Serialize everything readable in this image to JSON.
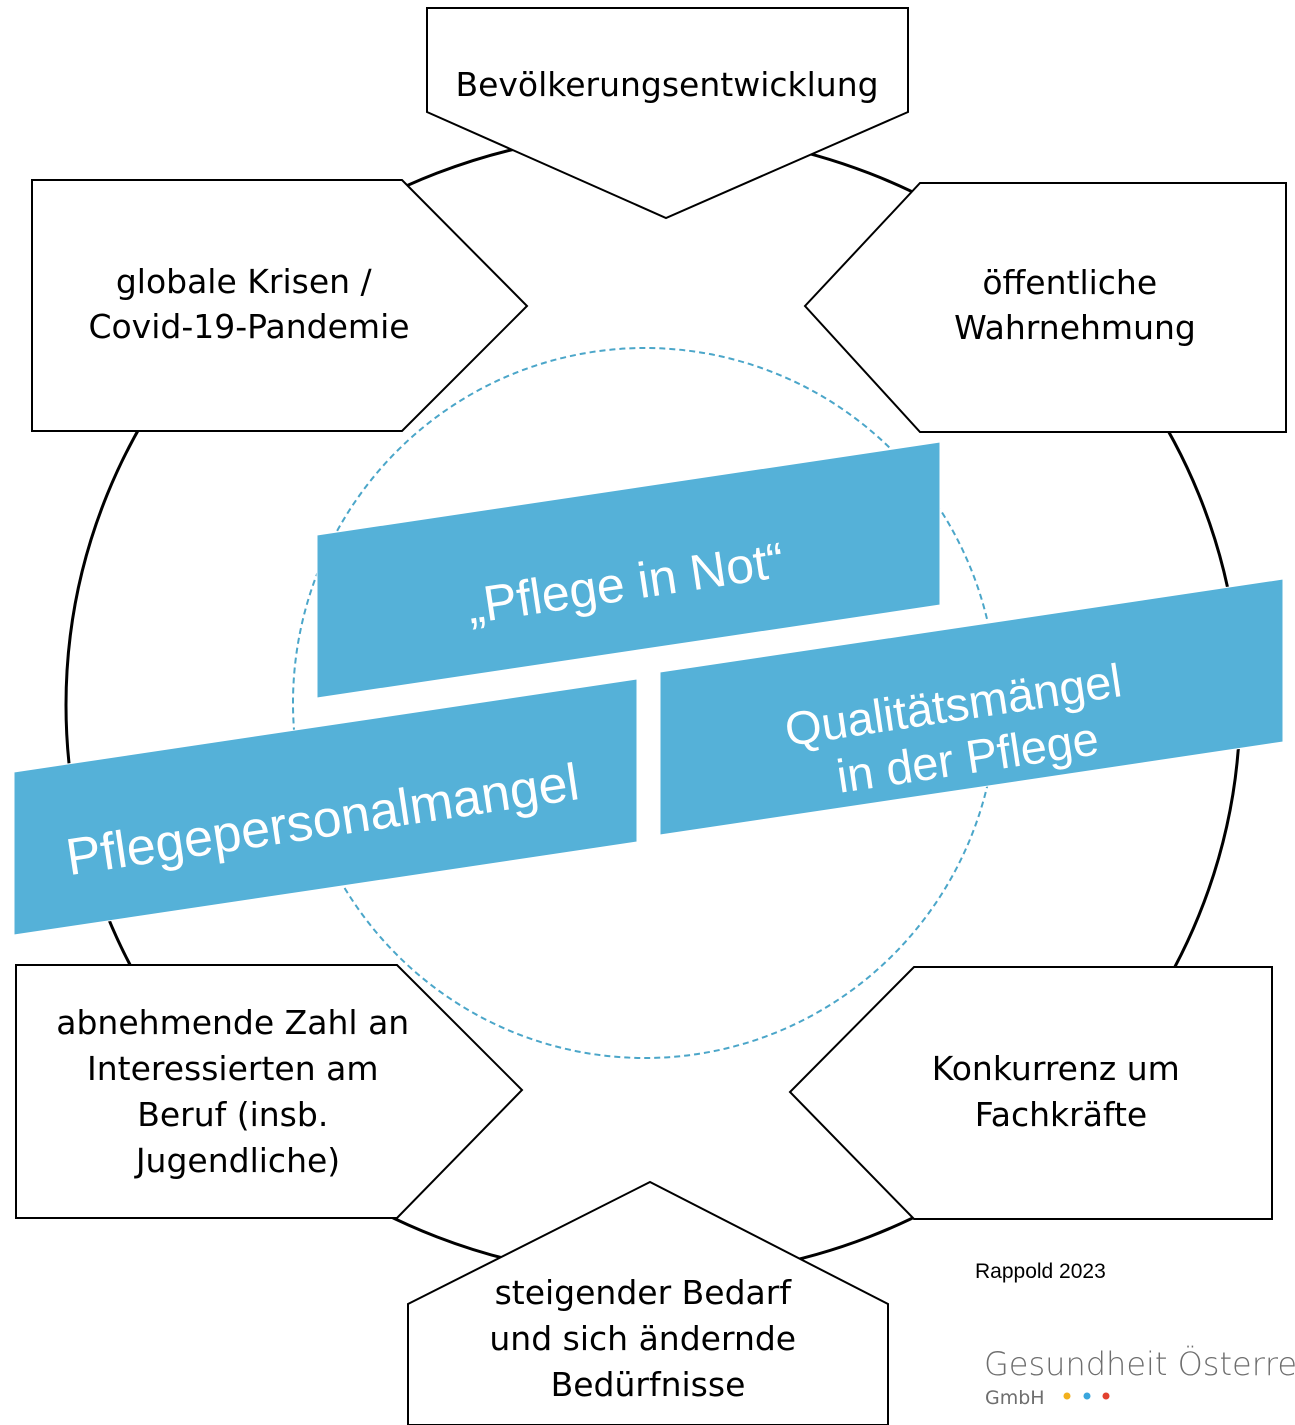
{
  "colors": {
    "band": "#55b1d8",
    "dashed_circle": "#4ba6c9",
    "outline": "#000000",
    "logo_dot_yellow": "#f2b01e",
    "logo_dot_blue": "#3aa6dd",
    "logo_dot_red": "#e2412f"
  },
  "factors": {
    "top": [
      "Bevölkerungsentwicklung"
    ],
    "top_left": [
      "globale Krisen /",
      "Covid-19-Pandemie"
    ],
    "top_right": [
      "öffentliche",
      "Wahrnehmung"
    ],
    "bottom_left": [
      "abnehmende Zahl an",
      "Interessierten am",
      "Beruf (insb.",
      "Jugendliche)"
    ],
    "bottom_right": [
      "Konkurrenz um",
      "Fachkräfte"
    ],
    "bottom": [
      "steigender Bedarf",
      "und sich ändernde",
      "Bedürfnisse"
    ]
  },
  "bands": {
    "pflege_in_not": [
      "„Pflege in Not“"
    ],
    "personalmangel": [
      "Pflegepersonalmangel"
    ],
    "qualitaet": [
      "Qualitätsmängel",
      "in der Pflege"
    ]
  },
  "credit": "Rappold 2023",
  "logo": {
    "name": "Gesundheit Österreich",
    "sub": "GmbH",
    "dot_icon": "three-dots-icon"
  }
}
